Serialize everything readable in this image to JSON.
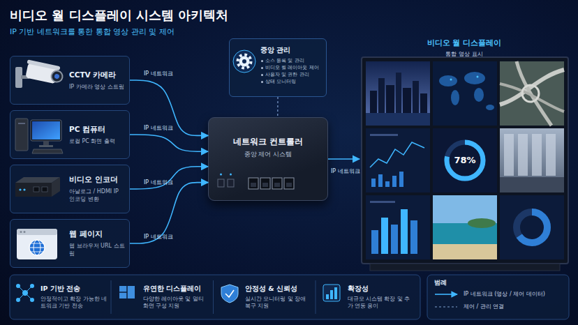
{
  "diagram": {
    "title": "비디오 월 디스플레이 시스템 아키텍처",
    "nodes": [
      {
        "text": [
          "CCTV 카메라",
          "IP 카메라 영상 스트림"
        ]
      },
      {
        "text": [
          "PC 컴퓨터",
          "로컬 PC 화면 출력"
        ]
      },
      {
        "text": [
          "비디오 인코더",
          "아날로그 / HDMI IP 인코딩 변환"
        ]
      },
      {
        "text": [
          "웹 페이지",
          "웹 브라우저 URL 스트림"
        ]
      },
      {
        "text": [
          "중앙 관리",
          "소스 등록 및 관리",
          "비디오 월 레이아웃 제어",
          "사용자 및 권한 관리",
          "상태 모니터링"
        ]
      },
      {
        "text": [
          "네트워크 컨트롤러",
          "중앙 제어 시스템"
        ]
      },
      {
        "text": [
          "비디오 월 디스플레이",
          "통합 영상 표시"
        ]
      },
      {
        "text": [
          "IP 기반 전송",
          "안정적이고 확장 가능한 네트워크 기반 전송"
        ]
      },
      {
        "text": [
          "유연한 디스플레이",
          "다양한 레이아웃 및 멀티 화면 구성 지원"
        ]
      },
      {
        "text": [
          "안정성 & 신뢰성",
          "실시간 모니터링 및 장애 복구 지원"
        ]
      },
      {
        "text": [
          "확장성",
          "대규모 시스템 확장 및 추가 연동 용이"
        ]
      }
    ],
    "edges": [
      {
        "from": 0,
        "to": 5,
        "label": "IP 네트워크",
        "arrow": "to"
      },
      {
        "from": 1,
        "to": 5,
        "label": "IP 네트워크",
        "arrow": "to"
      },
      {
        "from": 2,
        "to": 5,
        "label": "IP 네트워크",
        "arrow": "to"
      },
      {
        "from": 3,
        "to": 5,
        "label": "IP 네트워크",
        "arrow": "to"
      },
      {
        "from": 4,
        "to": 5,
        "arrow": "none"
      },
      {
        "from": 5,
        "to": 6,
        "label": "IP 네트워크",
        "arrow": "to"
      }
    ],
    "labels": [
      "IP 기반 네트워크를 통한 통합 영상 관리 및 제어",
      "78%",
      "범례"
    ],
    "legend": [
      {
        "text": "IP 네트워크 (영상 / 제어 데이터)"
      },
      {
        "text": "제어 / 관리 연결"
      }
    ]
  }
}
